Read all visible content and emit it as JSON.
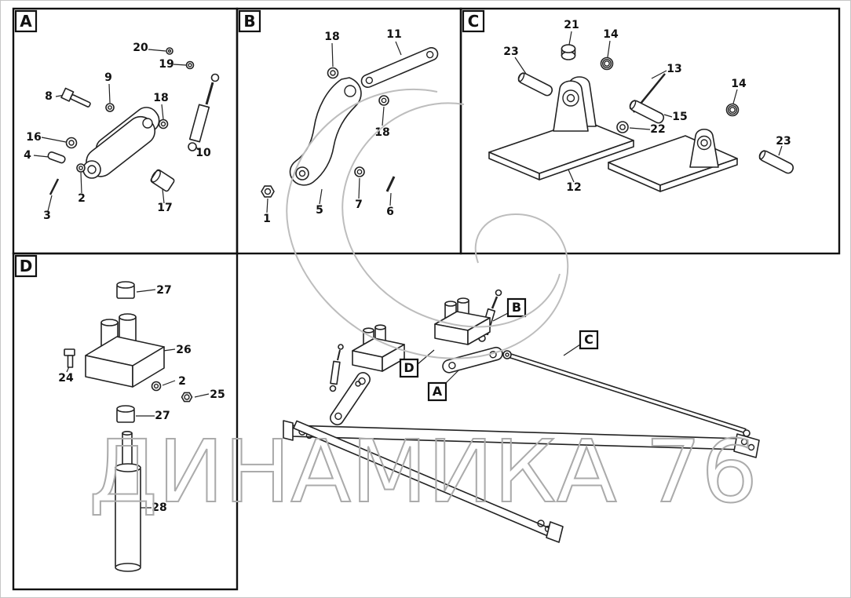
{
  "watermark": {
    "text": "ДИНАМИКА 76"
  },
  "panels": {
    "a": {
      "label": "A",
      "callouts": [
        "20",
        "19",
        "9",
        "8",
        "18",
        "16",
        "4",
        "10",
        "2",
        "3",
        "17"
      ]
    },
    "b": {
      "label": "B",
      "callouts": [
        "18",
        "11",
        "18",
        "1",
        "5",
        "7",
        "6"
      ]
    },
    "c": {
      "label": "C",
      "callouts": [
        "23",
        "21",
        "14",
        "13",
        "15",
        "22",
        "14",
        "23",
        "12"
      ]
    },
    "d": {
      "label": "D",
      "callouts": [
        "27",
        "26",
        "24",
        "2",
        "25",
        "27",
        "28"
      ]
    }
  },
  "overview": {
    "labels": {
      "a": "A",
      "b": "B",
      "c": "C",
      "d": "D"
    }
  }
}
